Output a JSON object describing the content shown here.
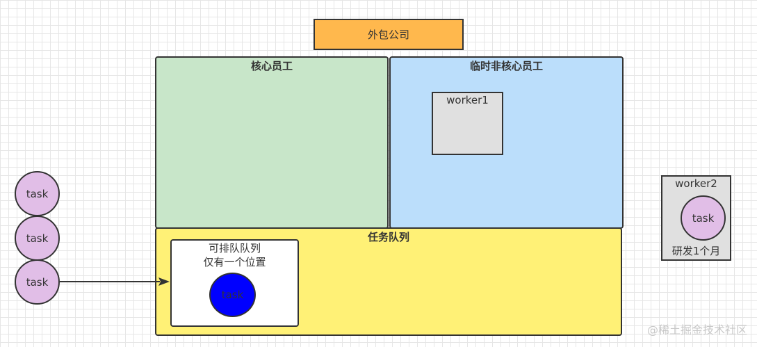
{
  "company": {
    "label": "外包公司"
  },
  "core_staff": {
    "title": "核心员工"
  },
  "temp_staff": {
    "title": "临时非核心员工",
    "worker": "worker1"
  },
  "task_queue": {
    "title": "任务队列",
    "slot_line1": "可排队队列",
    "slot_line2": "仅有一个位置",
    "queued_task": "task"
  },
  "incoming_tasks": [
    "task",
    "task",
    "task"
  ],
  "worker2": {
    "title": "worker2",
    "task": "task",
    "note": "研发1个月"
  },
  "colors": {
    "company": "#ffb84d",
    "core": "#c8e6c9",
    "temp": "#bbdefb",
    "queue": "#fff176",
    "worker": "#e0e0e0",
    "task": "#e1bee7",
    "queued_task": "#0000ff"
  },
  "watermark": "@稀土掘金技术社区"
}
